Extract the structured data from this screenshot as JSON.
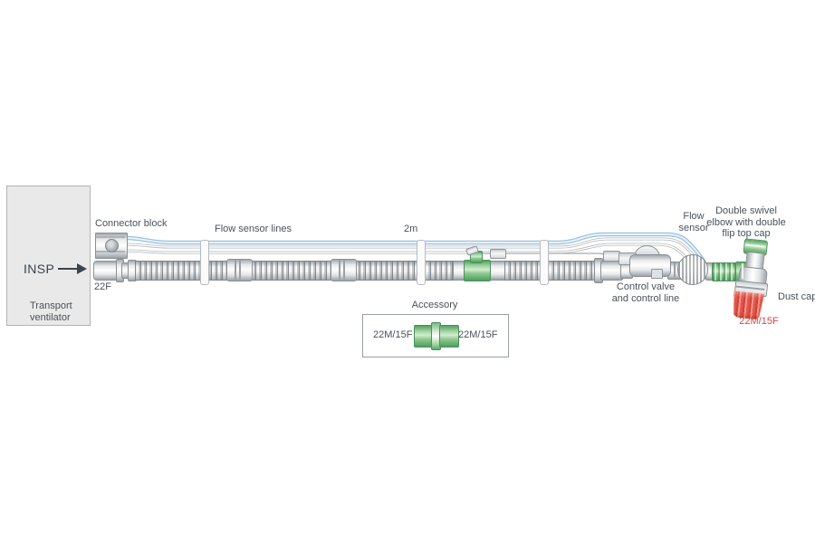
{
  "diagram": {
    "ventilator": {
      "port_label": "INSP",
      "port_size": "22F",
      "name_line1": "Transport",
      "name_line2": "ventilator"
    },
    "labels": {
      "connector_block": "Connector block",
      "flow_sensor_lines": "Flow sensor lines",
      "tube_length": "2m",
      "control_valve_line1": "Control valve",
      "control_valve_line2": "and control line",
      "flow_sensor_line1": "Flow",
      "flow_sensor_line2": "sensor",
      "elbow_line1": "Double swivel",
      "elbow_line2": "elbow with double",
      "elbow_line3": "flip top cap",
      "dust_cap": "Dust cap",
      "elbow_size": "22M/15F"
    },
    "accessory": {
      "title": "Accessory",
      "left_size": "22M/15F",
      "right_size": "22M/15F"
    },
    "colors": {
      "connector_green": "#8cc88c",
      "dust_cap_red": "#e4564b",
      "sensor_line_blue": "#9cc1de",
      "label_text": "#49525a",
      "size_text_red": "#cd4a40",
      "ventilator_box_gray": "#e9e9e9"
    }
  }
}
